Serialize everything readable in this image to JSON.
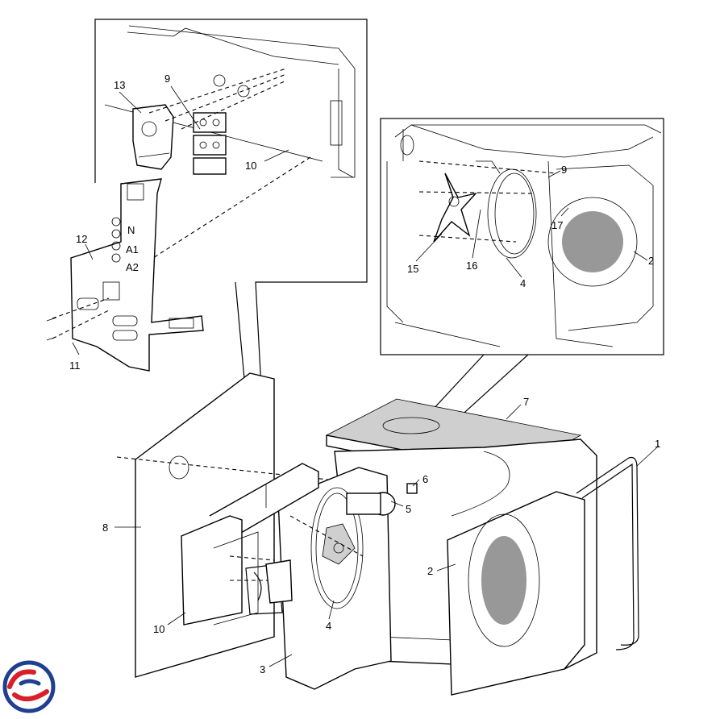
{
  "diagram": {
    "callouts": [
      {
        "id": "13",
        "label": "13"
      },
      {
        "id": "9a",
        "label": "9"
      },
      {
        "id": "10a",
        "label": "10"
      },
      {
        "id": "12",
        "label": "12"
      },
      {
        "id": "11",
        "label": "11"
      },
      {
        "id": "9b",
        "label": "9"
      },
      {
        "id": "17",
        "label": "17"
      },
      {
        "id": "2a",
        "label": "2"
      },
      {
        "id": "15",
        "label": "15"
      },
      {
        "id": "16",
        "label": "16"
      },
      {
        "id": "4a",
        "label": "4"
      },
      {
        "id": "7",
        "label": "7"
      },
      {
        "id": "1",
        "label": "1"
      },
      {
        "id": "6",
        "label": "6"
      },
      {
        "id": "5",
        "label": "5"
      },
      {
        "id": "8",
        "label": "8"
      },
      {
        "id": "2b",
        "label": "2"
      },
      {
        "id": "10b",
        "label": "10"
      },
      {
        "id": "4b",
        "label": "4"
      },
      {
        "id": "3",
        "label": "3"
      }
    ],
    "panel_markings": [
      "N",
      "A1",
      "A2"
    ]
  },
  "logo": {
    "name": "brand-logo",
    "colors": [
      "#1f3f8f",
      "#d81f2a"
    ]
  }
}
